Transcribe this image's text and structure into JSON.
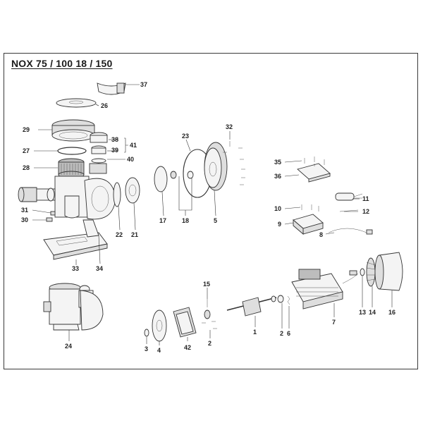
{
  "title": "NOX 75 / 100 18 / 150",
  "colors": {
    "ink": "#333333",
    "frame": "#3a3a3a",
    "paper": "#ffffff"
  },
  "callouts": {
    "c37": "37",
    "c26": "26",
    "c29": "29",
    "c38": "38",
    "c39": "39",
    "c41": "41",
    "c27": "27",
    "c40": "40",
    "c28": "28",
    "c31": "31",
    "c30": "30",
    "c33": "33",
    "c34": "34",
    "c22": "22",
    "c21": "21",
    "c17": "17",
    "c18": "18",
    "c23": "23",
    "c5": "5",
    "c32": "32",
    "c35": "35",
    "c36": "36",
    "c11": "11",
    "c10": "10",
    "c12": "12",
    "c9": "9",
    "c8": "8",
    "c24": "24",
    "c15": "15",
    "c3": "3",
    "c4": "4",
    "c42": "42",
    "c2a": "2",
    "c1": "1",
    "c2b": "2",
    "c6": "6",
    "c7": "7",
    "c13": "13",
    "c14": "14",
    "c16": "16"
  }
}
